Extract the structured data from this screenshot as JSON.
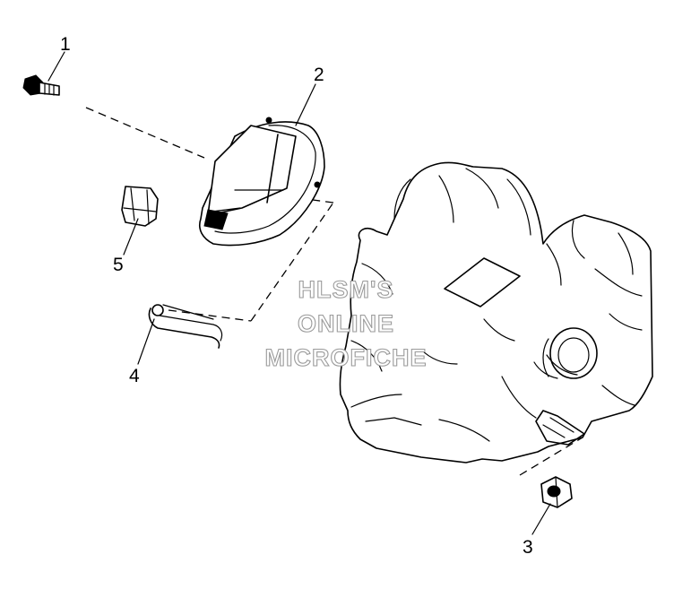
{
  "callouts": [
    {
      "id": "1",
      "label": "1"
    },
    {
      "id": "2",
      "label": "2"
    },
    {
      "id": "3",
      "label": "3"
    },
    {
      "id": "4",
      "label": "4"
    },
    {
      "id": "5",
      "label": "5"
    }
  ],
  "watermark": {
    "line1": "HLSM'S",
    "line2": "ONLINE",
    "line3": "MICROFICHE"
  }
}
